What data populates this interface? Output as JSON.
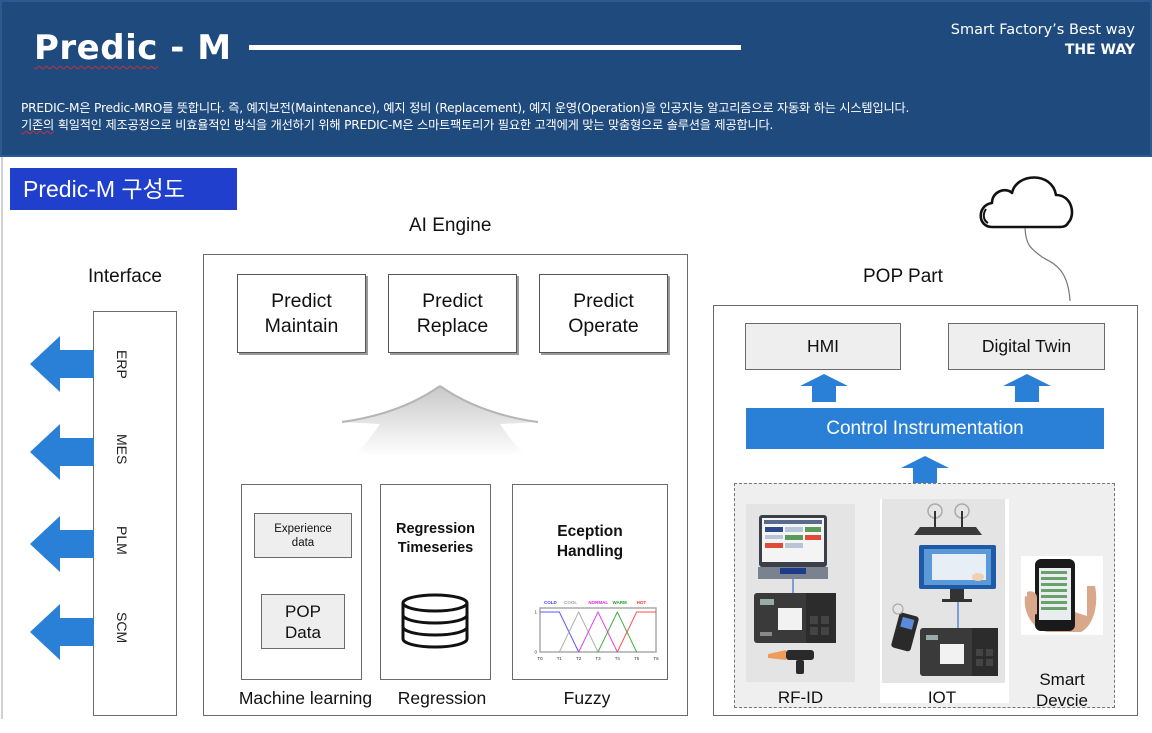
{
  "header": {
    "title_part1": "Predic",
    "title_part2": " - M",
    "tagline": "Smart Factory’s Best way",
    "tagline_bold": "THE WAY",
    "description_line1": "PREDIC-M은 Predic-MRO를 뜻합니다. 즉, 예지보전(Maintenance), 예지 정비 (Replacement), 예지 운영(Operation)을 인공지능 알고리즘으로 자동화 하는 시스템입니다.",
    "description_line2_underlined": "기존의",
    "description_line2_rest": " 획일적인 제조공정으로 비효율적인 방식을 개선하기 위해 PREDIC-M은 스마트팩토리가 필요한 고객에게 맞는 맞춤형으로 솔루션을 제공합니다."
  },
  "section_title": "Predic-M 구성도",
  "colors": {
    "header_bg": "#1f4a7e",
    "section_tag_bg": "#1f3fcc",
    "accent_blue": "#2a7fd6",
    "box_gray": "#eeeeee"
  },
  "interface": {
    "title": "Interface",
    "items": [
      "ERP",
      "MES",
      "PLM",
      "SCM"
    ]
  },
  "ai_engine": {
    "title": "AI Engine",
    "predict_boxes": [
      {
        "line1": "Predict",
        "line2": "Maintain"
      },
      {
        "line1": "Predict",
        "line2": "Replace"
      },
      {
        "line1": "Predict",
        "line2": "Operate"
      }
    ],
    "modules": {
      "machine_learning": {
        "label": "Machine learning",
        "experience": {
          "line1": "Experience",
          "line2": "data"
        },
        "pop": {
          "line1": "POP",
          "line2": "Data"
        }
      },
      "regression": {
        "label": "Regression",
        "heading_line1": "Regression",
        "heading_line2": "Timeseries"
      },
      "fuzzy": {
        "label": "Fuzzy",
        "heading_line1": "Eception",
        "heading_line2": "Handling",
        "chart": {
          "sets": [
            {
              "name": "COLD",
              "color": "#3a3aff"
            },
            {
              "name": "COOL",
              "color": "#a0a0a0"
            },
            {
              "name": "NORMAL",
              "color": "#e020e0"
            },
            {
              "name": "WARM",
              "color": "#20a020"
            },
            {
              "name": "HOT",
              "color": "#ff3030"
            }
          ],
          "x_ticks": [
            "T0",
            "T1",
            "T2",
            "T3",
            "T4",
            "T5",
            "T6"
          ],
          "y_ticks": [
            "1",
            "0"
          ]
        }
      }
    }
  },
  "pop_part": {
    "title": "POP Part",
    "hmi": "HMI",
    "digital_twin": "Digital Twin",
    "control": "Control Instrumentation",
    "devices": [
      {
        "label": "RF-ID"
      },
      {
        "label": "IOT"
      },
      {
        "label_line1": "Smart",
        "label_line2": "Devcie"
      }
    ]
  }
}
